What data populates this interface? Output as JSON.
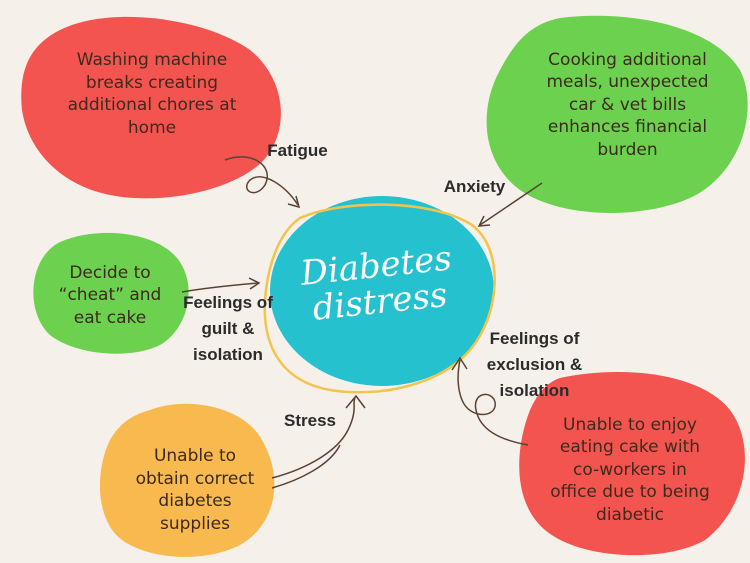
{
  "center": {
    "line1": "Diabetes",
    "line2": "distress",
    "color": "#26c1cf",
    "ring_color": "#f2c44e"
  },
  "nodes": [
    {
      "lines": [
        "Washing machine",
        "breaks creating",
        "additional chores at",
        "home"
      ],
      "color": "#f3544f"
    },
    {
      "lines": [
        "Cooking additional",
        "meals, unexpected",
        "car & vet bills",
        "enhances financial",
        "burden"
      ],
      "color": "#6cd14f"
    },
    {
      "lines": [
        "Decide to",
        "“cheat” and",
        "eat cake"
      ],
      "color": "#6cd14f"
    },
    {
      "lines": [
        "Unable to",
        "obtain correct",
        "diabetes",
        "supplies"
      ],
      "color": "#f8b94f"
    },
    {
      "lines": [
        "Unable to enjoy",
        "eating cake with",
        "co-workers in",
        "office due to being",
        "diabetic"
      ],
      "color": "#f3544f"
    }
  ],
  "labels": [
    {
      "lines": [
        "Fatigue"
      ]
    },
    {
      "lines": [
        "Anxiety"
      ]
    },
    {
      "lines": [
        "Feelings of",
        "guilt &",
        "isolation"
      ]
    },
    {
      "lines": [
        "Stress"
      ]
    },
    {
      "lines": [
        "Feelings of",
        "exclusion &",
        "isolation"
      ]
    }
  ],
  "arrow_color": "#5a4334"
}
